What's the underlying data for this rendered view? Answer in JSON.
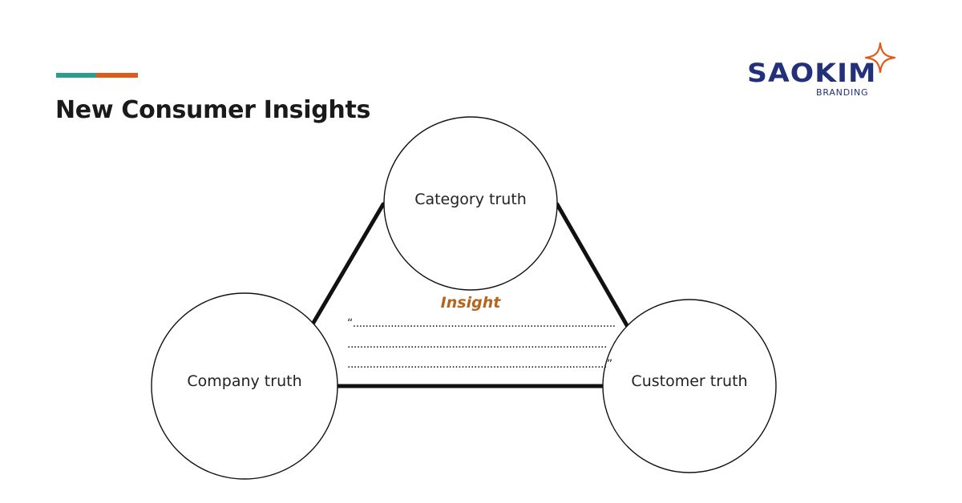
{
  "header": {
    "title": "New Consumer Insights",
    "accent_colors": [
      "#2a9d8f",
      "#e05a1c"
    ]
  },
  "logo": {
    "wordmark": "SAOKIM",
    "subtitle": "BRANDING",
    "icon": "four-point-star-icon",
    "colors": {
      "text": "#23307a",
      "star": "#e05a1c"
    }
  },
  "diagram": {
    "nodes": {
      "top": "Category truth",
      "left": "Company truth",
      "right": "Customer truth"
    },
    "center": {
      "title": "Insight",
      "title_color": "#b5651d",
      "lines": [
        "“...................................................................................",
        "..................................................................................",
        "..................................................................................”"
      ]
    }
  }
}
